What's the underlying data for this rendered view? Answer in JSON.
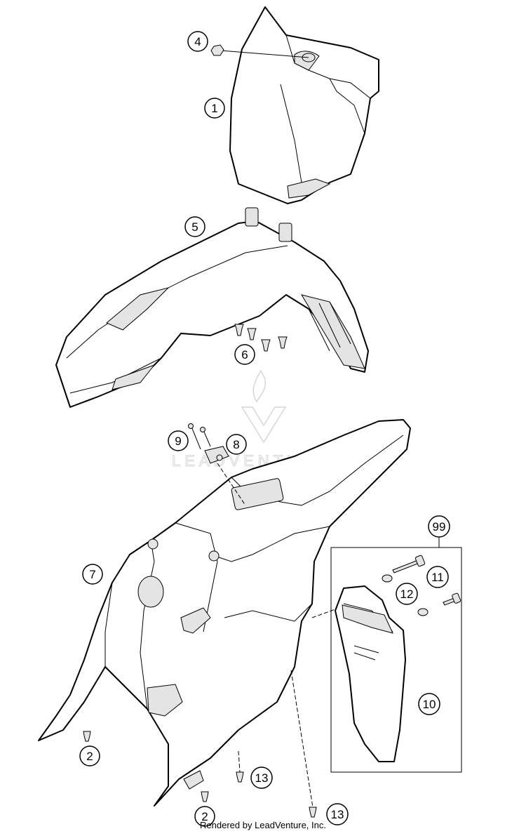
{
  "diagram": {
    "callouts": {
      "c1": "1",
      "c2a": "2",
      "c2b": "2",
      "c4": "4",
      "c5": "5",
      "c6": "6",
      "c7": "7",
      "c8": "8",
      "c9": "9",
      "c10": "10",
      "c11": "11",
      "c12": "12",
      "c13a": "13",
      "c13b": "13",
      "c99": "99"
    },
    "watermark": "LEADVENTURE",
    "footer": "Rendered by LeadVenture, Inc."
  }
}
